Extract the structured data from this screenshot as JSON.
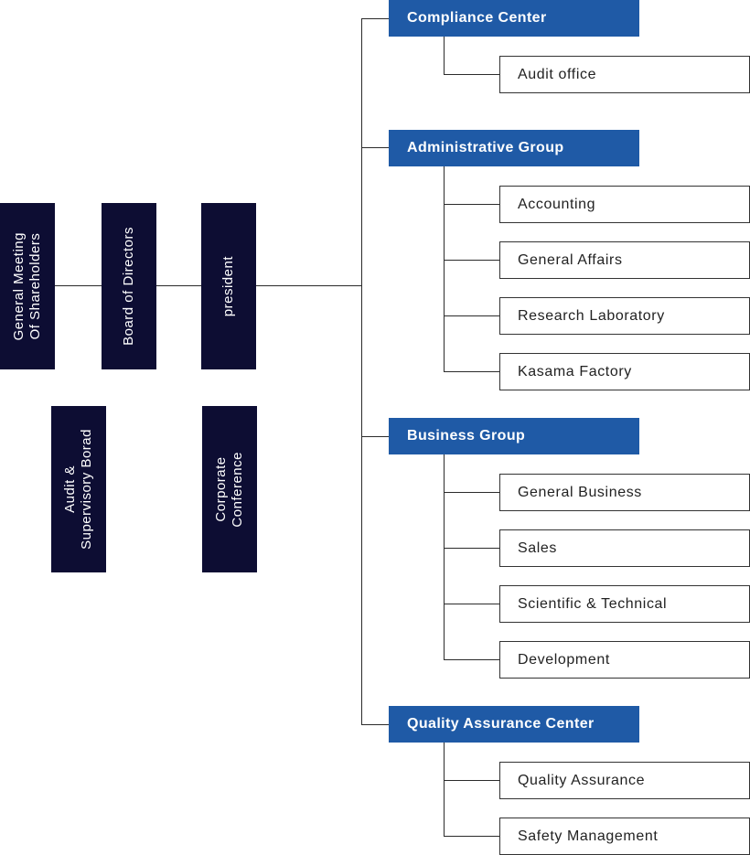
{
  "left": {
    "shareholders": {
      "line1": "General Meeting",
      "line2": "Of Shareholders"
    },
    "board": "Board of Directors",
    "president": "president",
    "audit_board": {
      "line1": "Audit &",
      "line2": "Supervisory Borad"
    },
    "conference": {
      "line1": "Corporate",
      "line2": "Conference"
    }
  },
  "groups": {
    "compliance": {
      "title": "Compliance Center",
      "units": [
        "Audit office"
      ]
    },
    "administrative": {
      "title": "Administrative Group",
      "units": [
        "Accounting",
        "General Affairs",
        "Research Laboratory",
        "Kasama Factory"
      ]
    },
    "business": {
      "title": "Business Group",
      "units": [
        "General Business",
        "Sales",
        "Scientific & Technical",
        "Development"
      ]
    },
    "quality": {
      "title": "Quality Assurance Center",
      "units": [
        "Quality Assurance",
        "Safety Management"
      ]
    }
  },
  "colors": {
    "executive_box": "#0d0d33",
    "group_header": "#1f5aa6",
    "connector": "#2b2b2b"
  }
}
